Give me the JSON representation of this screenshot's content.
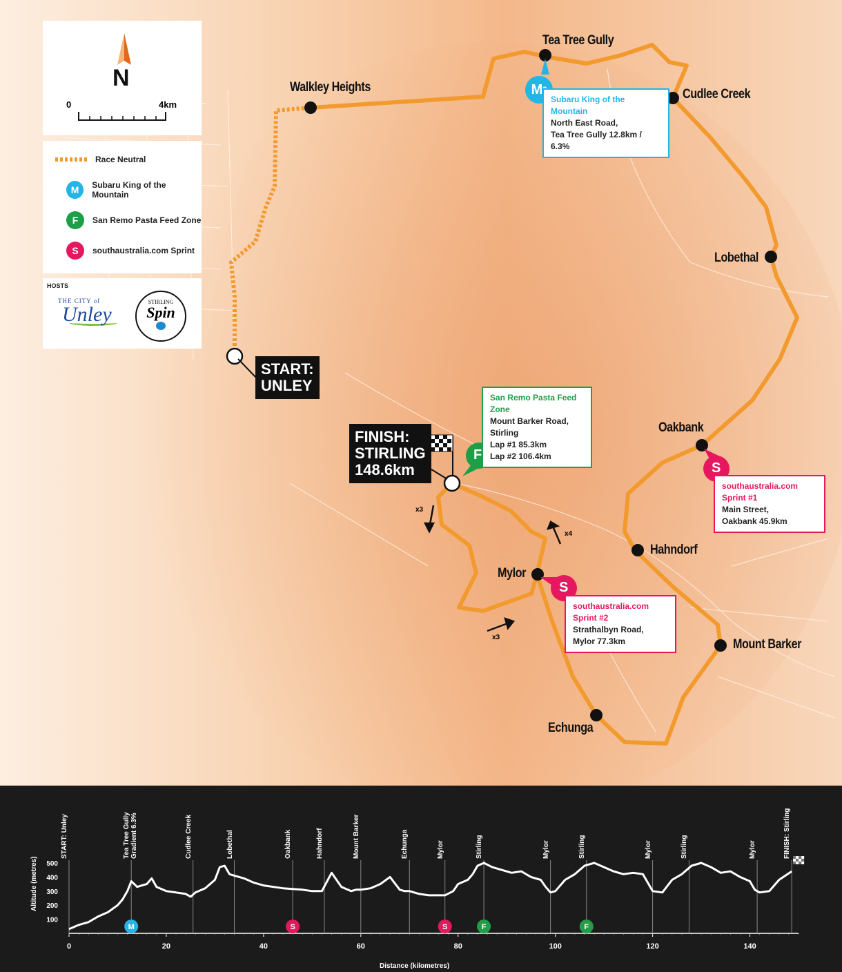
{
  "compass": {
    "letter": "N",
    "icon": "north-arrow-icon"
  },
  "scale": {
    "start": "0",
    "end": "4km"
  },
  "legend": [
    {
      "key": "race-neutral",
      "label": "Race Neutral"
    },
    {
      "key": "kom",
      "badge": "M",
      "label": "Subaru King of the Mountain",
      "color": "#23b5e6"
    },
    {
      "key": "feed",
      "badge": "F",
      "label": "San Remo Pasta Feed Zone",
      "color": "#1f9e48"
    },
    {
      "key": "sprint",
      "badge": "S",
      "label": "southaustralia.com Sprint",
      "color": "#e5175f"
    }
  ],
  "hosts": {
    "heading": "HOSTS",
    "unley_small": "THE CITY of",
    "unley_big": "Unley",
    "stirling_top": "STIRLING",
    "stirling_big": "Spin"
  },
  "towns": {
    "walkley": "Walkley Heights",
    "teatree": "Tea Tree Gully",
    "cudlee": "Cudlee Creek",
    "lobethal": "Lobethal",
    "oakbank": "Oakbank",
    "hahndorf": "Hahndorf",
    "mountbarker": "Mount Barker",
    "echunga": "Echunga",
    "mylor": "Mylor"
  },
  "start": {
    "line1": "START:",
    "line2": "UNLEY"
  },
  "finish": {
    "line1": "FINISH:",
    "line2": "STIRLING",
    "line3": "148.6km"
  },
  "laps": {
    "a": "x3",
    "b": "x4",
    "c": "x3"
  },
  "callouts": {
    "kom": {
      "badge": "M",
      "sup": "2",
      "title": "Subaru King of the Mountain",
      "l1": "North East Road,",
      "l2": "Tea Tree Gully  12.8km / 6.3%"
    },
    "feed": {
      "badge": "F",
      "title": "San Remo Pasta Feed Zone",
      "l1": "Mount Barker Road,",
      "l2": "Stirling",
      "l3": "Lap #1  85.3km",
      "l4": "Lap #2  106.4km"
    },
    "sprint1": {
      "badge": "S",
      "title": "southaustralia.com Sprint #1",
      "l1": "Main Street,",
      "l2": "Oakbank  45.9km"
    },
    "sprint2": {
      "badge": "S",
      "title": "southaustralia.com Sprint #2",
      "l1": "Strathalbyn Road,",
      "l2": "Mylor  77.3km"
    }
  },
  "colors": {
    "route": "#f39a2e",
    "kom": "#23b5e6",
    "feed": "#1f9e48",
    "sprint": "#e5175f"
  },
  "chart_data": {
    "type": "line",
    "xlabel": "Distance (kilometres)",
    "ylabel": "Altitude (metres)",
    "xlim": [
      0,
      150
    ],
    "ylim": [
      0,
      500
    ],
    "xticks": [
      0,
      20,
      40,
      60,
      80,
      100,
      120,
      140
    ],
    "yticks": [
      100,
      200,
      300,
      400,
      500
    ],
    "x": [
      0,
      2,
      4,
      6,
      8,
      10,
      11,
      12,
      12.8,
      14,
      15,
      16,
      17,
      18,
      20,
      22,
      24,
      25,
      26,
      28,
      30,
      31,
      32,
      33,
      34,
      36,
      38,
      40,
      42,
      44,
      46,
      48,
      50,
      52,
      54,
      56,
      58,
      59,
      60,
      62,
      64,
      66,
      68,
      69,
      70,
      72,
      74,
      76,
      77.3,
      79,
      80,
      82,
      83,
      84,
      85.3,
      87,
      89,
      91,
      93,
      95,
      97,
      98,
      99,
      100,
      102,
      104,
      106,
      108,
      110,
      112,
      114,
      116,
      118,
      119,
      120,
      122,
      124,
      126,
      128,
      130,
      132,
      134,
      136,
      138,
      140,
      141,
      142,
      144,
      146,
      148.6
    ],
    "y": [
      30,
      60,
      80,
      120,
      150,
      200,
      240,
      300,
      370,
      330,
      340,
      350,
      390,
      330,
      300,
      290,
      280,
      260,
      290,
      320,
      380,
      470,
      480,
      420,
      410,
      390,
      360,
      340,
      330,
      320,
      315,
      310,
      300,
      300,
      430,
      330,
      300,
      310,
      310,
      320,
      350,
      400,
      310,
      300,
      300,
      280,
      270,
      270,
      270,
      300,
      350,
      380,
      420,
      480,
      500,
      470,
      450,
      430,
      440,
      400,
      380,
      330,
      290,
      300,
      380,
      420,
      480,
      500,
      470,
      440,
      420,
      430,
      420,
      360,
      300,
      290,
      380,
      420,
      480,
      500,
      470,
      430,
      440,
      400,
      370,
      310,
      290,
      300,
      380,
      440,
      460
    ],
    "markers": [
      {
        "x": 0,
        "label": "START: Unley"
      },
      {
        "x": 12.8,
        "label": "Tea Tree Gully Gradient 6.3%"
      },
      {
        "x": 25.5,
        "label": "Cudlee Creek"
      },
      {
        "x": 34,
        "label": "Lobethal"
      },
      {
        "x": 46,
        "label": "Oakbank"
      },
      {
        "x": 52.5,
        "label": "Hahndorf"
      },
      {
        "x": 60,
        "label": "Mount Barker"
      },
      {
        "x": 70,
        "label": "Echunga"
      },
      {
        "x": 77.3,
        "label": "Mylor"
      },
      {
        "x": 85.3,
        "label": "Stirling"
      },
      {
        "x": 99,
        "label": "Mylor"
      },
      {
        "x": 106.4,
        "label": "Stirling"
      },
      {
        "x": 120,
        "label": "Mylor"
      },
      {
        "x": 127.5,
        "label": "Stirling"
      },
      {
        "x": 141.5,
        "label": "Mylor"
      },
      {
        "x": 148.6,
        "label": "FINISH: Stirling"
      }
    ],
    "badges": [
      {
        "x": 12.8,
        "badge": "M",
        "color": "#23b5e6"
      },
      {
        "x": 46,
        "badge": "S",
        "color": "#e5175f"
      },
      {
        "x": 77.3,
        "badge": "S",
        "color": "#e5175f"
      },
      {
        "x": 85.3,
        "badge": "F",
        "color": "#1f9e48"
      },
      {
        "x": 106.4,
        "badge": "F",
        "color": "#1f9e48"
      }
    ]
  }
}
